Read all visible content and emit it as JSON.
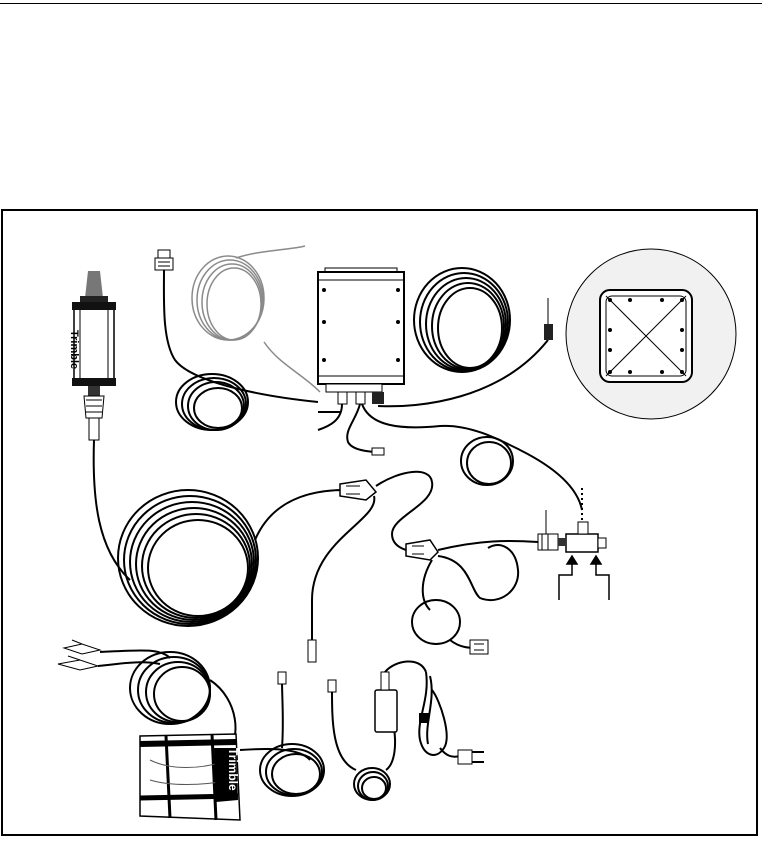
{
  "figure": {
    "brand_marks": {
      "receiver_logo": "Trimble",
      "bag_logo": "Trimble"
    },
    "colors": {
      "line": "#000000",
      "cable_light": "#9a9a9a",
      "dome_fill": "#f1f1f1",
      "radio_cap": "#777777",
      "background": "#ffffff"
    },
    "icons": [
      "gps-receiver",
      "data-connector",
      "coiled-cable",
      "junction-box",
      "radio-antenna-dome",
      "y-splitter",
      "connector-block",
      "carrying-bag",
      "power-adapter",
      "ac-plug",
      "battery-clips"
    ]
  }
}
